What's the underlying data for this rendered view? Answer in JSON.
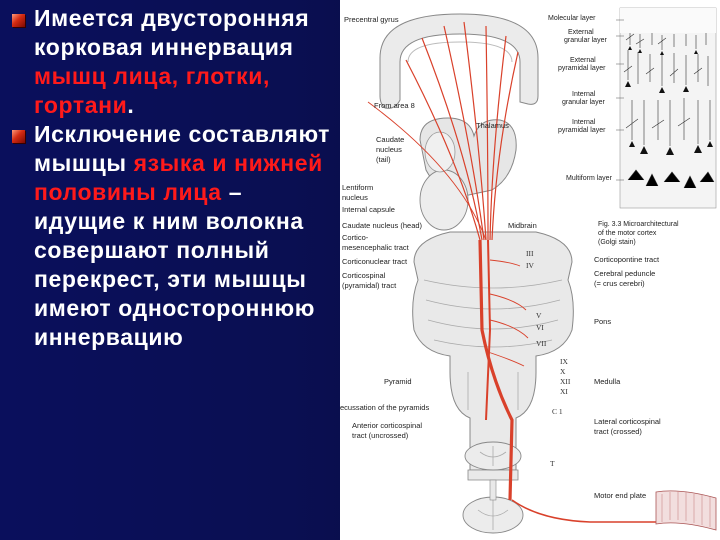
{
  "slide": {
    "bullets": [
      {
        "parts": [
          {
            "text": "Имеется двусторонняя корковая иннервация ",
            "color": "white"
          },
          {
            "text": "мышц лица, глотки, гортани",
            "color": "red"
          },
          {
            "text": ".",
            "color": "white"
          }
        ]
      },
      {
        "parts": [
          {
            "text": "Исключение составляют мышцы ",
            "color": "white"
          },
          {
            "text": "языка и нижней половины лица",
            "color": "red"
          },
          {
            "text": " – идущие к ним волокна совершают полный перекрест, эти мышцы имеют одностороннюю иннервацию",
            "color": "white"
          }
        ]
      }
    ]
  },
  "figure": {
    "labels_left": {
      "precentral_gyrus": "Precentral gyrus",
      "from_area_8": "From area 8",
      "caudate_tail_1": "Caudate",
      "caudate_tail_2": "nucleus",
      "caudate_tail_3": "(tail)",
      "thalamus": "Thalamus",
      "lentiform_1": "Lentiform",
      "lentiform_2": "nucleus",
      "internal_capsule": "Internal capsule",
      "caudate_head": "Caudate nucleus (head)",
      "cortico_mes_1": "Cortico-",
      "cortico_mes_2": "mesencephalic tract",
      "corticonuclear": "Corticonuclear tract",
      "corticospinal_1": "Corticospinal",
      "corticospinal_2": "(pyramidal) tract",
      "midbrain": "Midbrain",
      "pyramid": "Pyramid",
      "decussation": "ecussation of the pyramids",
      "anterior_cs_1": "Anterior corticospinal",
      "anterior_cs_2": "tract (uncrossed)"
    },
    "labels_right": {
      "molecular": "Molecular layer",
      "ext_granular_1": "External",
      "ext_granular_2": "granular layer",
      "ext_pyramidal_1": "External",
      "ext_pyramidal_2": "pyramidal layer",
      "int_granular_1": "Internal",
      "int_granular_2": "granular layer",
      "int_pyramidal_1": "Internal",
      "int_pyramidal_2": "pyramidal layer",
      "multiform": "Multiform layer",
      "fig_caption_1": "Fig. 3.3 Microarchitectural",
      "fig_caption_2": "of the motor cortex",
      "fig_caption_3": "(Golgi stain)",
      "corticopontine": "Corticopontine tract",
      "cerebral_peduncle_1": "Cerebral peduncle",
      "cerebral_peduncle_2": "(= crus cerebri)",
      "pons": "Pons",
      "medulla": "Medulla",
      "lateral_cs_1": "Lateral corticospinal",
      "lateral_cs_2": "tract (crossed)",
      "motor_end_plate": "Motor end plate"
    },
    "nerve_numerals": {
      "iii": "III",
      "iv": "IV",
      "v": "V",
      "vi": "VI",
      "vii": "VII",
      "ix": "IX",
      "x": "X",
      "xii": "XII",
      "xi": "XI",
      "c1": "C 1",
      "t": "T"
    },
    "colors": {
      "tract": "#d9412b",
      "tissue": "#e9e9e9",
      "outline": "#8a8a8a"
    }
  }
}
